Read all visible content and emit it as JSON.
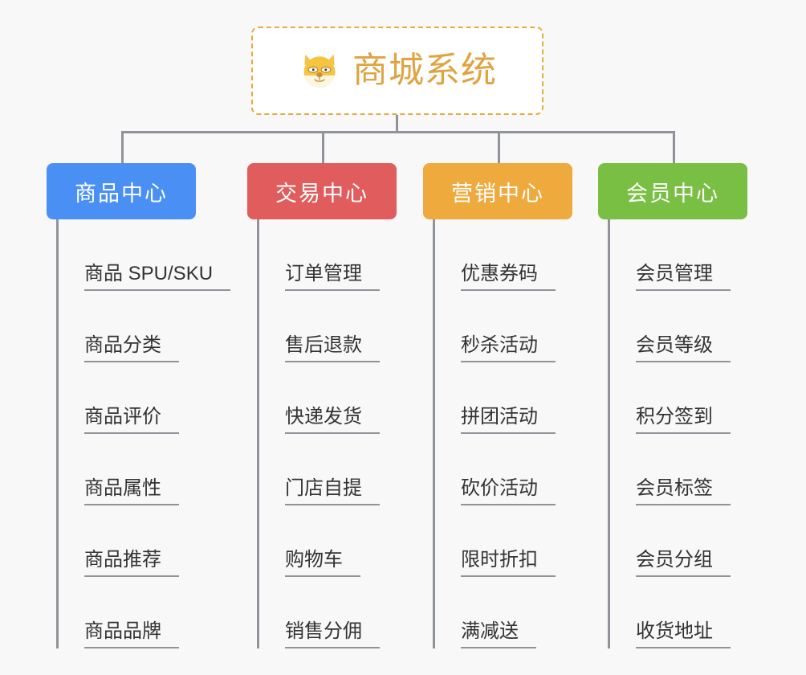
{
  "canvas": {
    "background": "#f8f8f8",
    "connector_color": "#909399"
  },
  "root": {
    "title": "商城系统",
    "icon": "shiba-dog-face-icon",
    "border_color": "#e8ab3f",
    "text_color": "#dfa441",
    "background": "#ffffff"
  },
  "branches": [
    {
      "label": "商品中心",
      "color": "#4a90f4",
      "items": [
        "商品 SPU/SKU",
        "商品分类",
        "商品评价",
        "商品属性",
        "商品推荐",
        "商品品牌"
      ]
    },
    {
      "label": "交易中心",
      "color": "#e15c5c",
      "items": [
        "订单管理",
        "售后退款",
        "快递发货",
        "门店自提",
        "购物车",
        "销售分佣"
      ]
    },
    {
      "label": "营销中心",
      "color": "#eeaa3c",
      "items": [
        "优惠券码",
        "秒杀活动",
        "拼团活动",
        "砍价活动",
        "限时折扣",
        "满减送"
      ]
    },
    {
      "label": "会员中心",
      "color": "#79bf43",
      "items": [
        "会员管理",
        "会员等级",
        "积分签到",
        "会员标签",
        "会员分组",
        "收货地址"
      ]
    }
  ]
}
